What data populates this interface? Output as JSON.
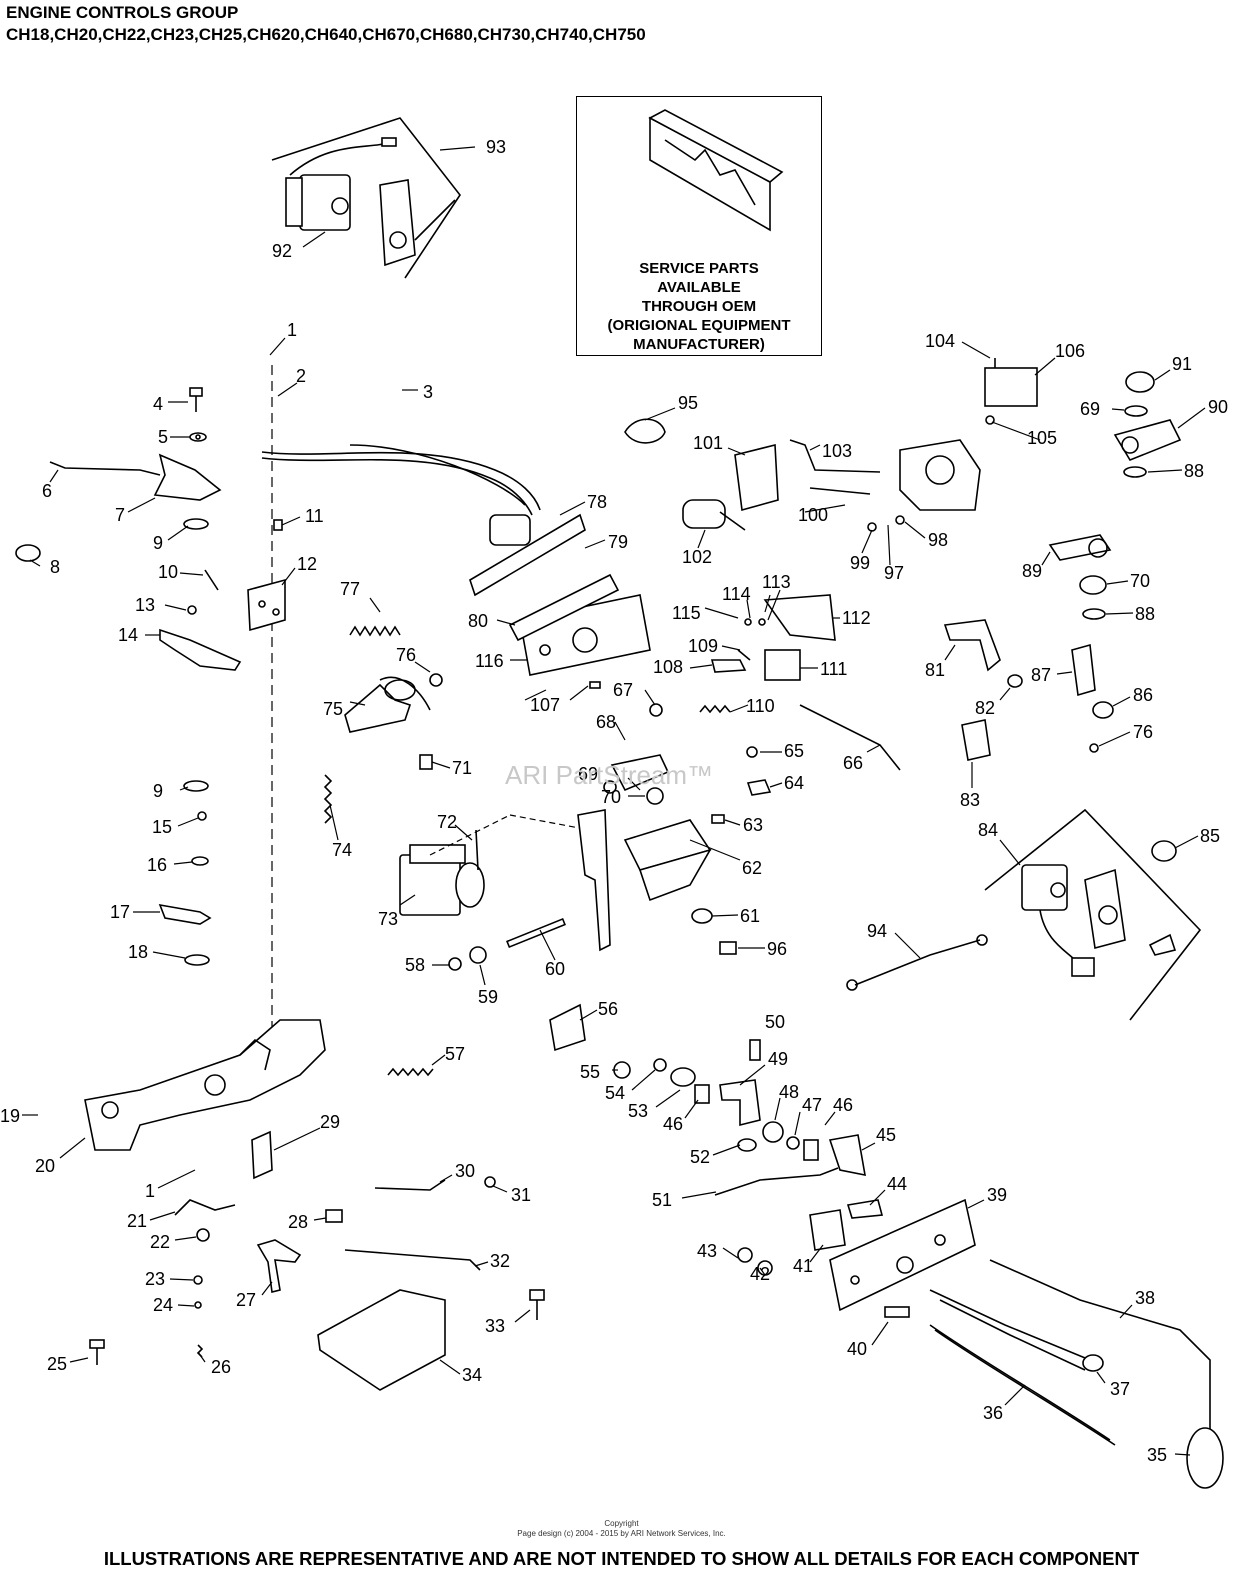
{
  "header": {
    "title": "ENGINE CONTROLS GROUP",
    "models": "CH18,CH20,CH22,CH23,CH25,CH620,CH640,CH670,CH680,CH730,CH740,CH750"
  },
  "oem_note": {
    "line1": "SERVICE PARTS",
    "line2": "AVAILABLE",
    "line3": "THROUGH OEM",
    "line4": "(ORIGIONAL EQUIPMENT",
    "line5": "MANUFACTURER)"
  },
  "watermark": "ARI PartStream™",
  "copyright": {
    "line1": "Copyright",
    "line2": "Page design (c) 2004 - 2015 by ARI Network Services, Inc."
  },
  "footer": "ILLUSTRATIONS ARE REPRESENTATIVE AND ARE NOT INTENDED TO SHOW ALL DETAILS FOR EACH COMPONENT",
  "callouts": [
    "1",
    "2",
    "3",
    "4",
    "5",
    "6",
    "7",
    "8",
    "9",
    "10",
    "11",
    "12",
    "13",
    "14",
    "15",
    "16",
    "17",
    "18",
    "19",
    "20",
    "21",
    "22",
    "23",
    "24",
    "25",
    "26",
    "27",
    "28",
    "29",
    "30",
    "31",
    "32",
    "33",
    "34",
    "35",
    "36",
    "37",
    "38",
    "39",
    "40",
    "41",
    "42",
    "43",
    "44",
    "45",
    "46",
    "47",
    "48",
    "49",
    "50",
    "51",
    "52",
    "53",
    "54",
    "55",
    "56",
    "57",
    "58",
    "59",
    "60",
    "61",
    "62",
    "63",
    "64",
    "65",
    "66",
    "67",
    "68",
    "69",
    "70",
    "71",
    "72",
    "73",
    "74",
    "75",
    "76",
    "77",
    "78",
    "79",
    "80",
    "81",
    "82",
    "83",
    "84",
    "85",
    "86",
    "87",
    "88",
    "89",
    "90",
    "91",
    "92",
    "93",
    "94",
    "95",
    "96",
    "97",
    "98",
    "99",
    "100",
    "101",
    "102",
    "103",
    "104",
    "105",
    "106",
    "107",
    "108",
    "109",
    "110",
    "111",
    "112",
    "113",
    "114",
    "115",
    "116"
  ]
}
